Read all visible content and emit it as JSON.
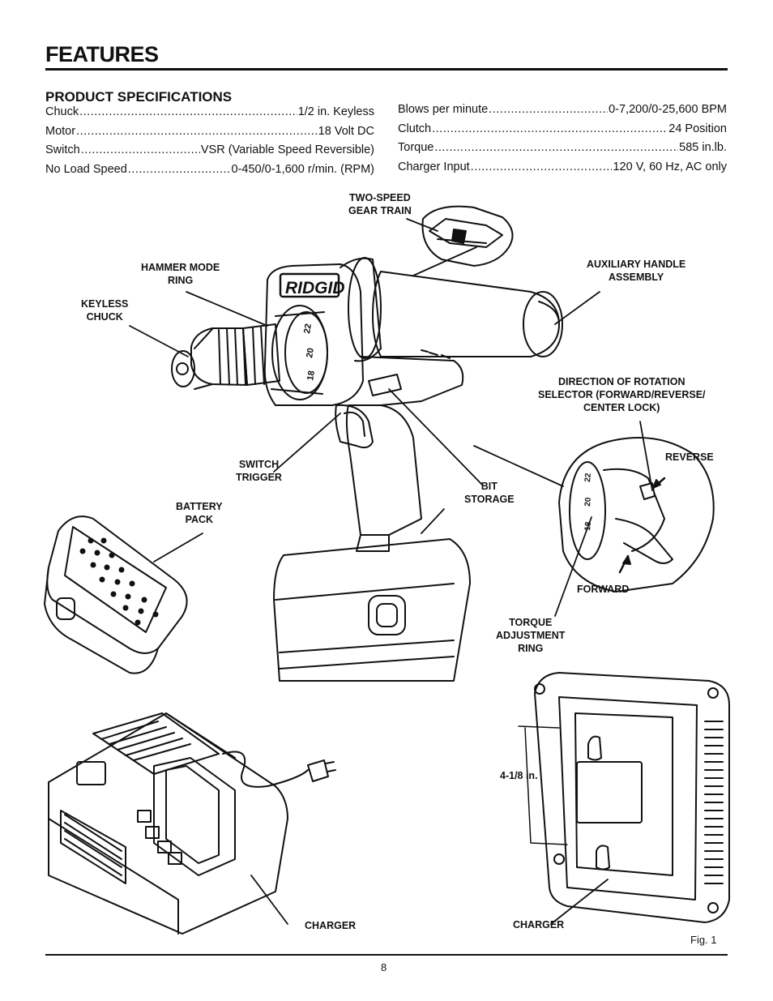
{
  "page": {
    "title": "FEATURES",
    "page_number": "8",
    "figure_label": "Fig. 1"
  },
  "specs": {
    "heading": "PRODUCT SPECIFICATIONS",
    "left": [
      {
        "label": "Chuck",
        "value": "1/2 in. Keyless"
      },
      {
        "label": "Motor",
        "value": "18 Volt DC"
      },
      {
        "label": "Switch",
        "value": "VSR (Variable Speed Reversible)"
      },
      {
        "label": "No Load Speed",
        "value": "0-450/0-1,600 r/min. (RPM)"
      }
    ],
    "right": [
      {
        "label": "Blows per minute",
        "value": "0-7,200/0-25,600 BPM"
      },
      {
        "label": "Clutch",
        "value": "24 Position"
      },
      {
        "label": "Torque",
        "value": "585 in.lb."
      },
      {
        "label": "Charger Input",
        "value": "120 V, 60 Hz, AC only"
      }
    ]
  },
  "callouts": {
    "two_speed": "TWO-SPEED\nGEAR TRAIN",
    "hammer_mode": "HAMMER MODE\nRING",
    "aux_handle": "AUXILIARY HANDLE\nASSEMBLY",
    "keyless_chuck": "KEYLESS\nCHUCK",
    "direction": "DIRECTION OF ROTATION\nSELECTOR (FORWARD/REVERSE/\nCENTER LOCK)",
    "reverse": "REVERSE",
    "switch_trigger": "SWITCH\nTRIGGER",
    "bit_storage": "BIT\nSTORAGE",
    "battery_pack": "BATTERY\nPACK",
    "forward": "FORWARD",
    "torque_ring": "TORQUE\nADJUSTMENT\nRING",
    "dimension": "4-1/8 in.",
    "charger_left": "CHARGER",
    "charger_right": "CHARGER"
  },
  "illustration_text": {
    "brand": "RIDGID",
    "clutch_marks": [
      "22",
      "20",
      "18"
    ]
  }
}
